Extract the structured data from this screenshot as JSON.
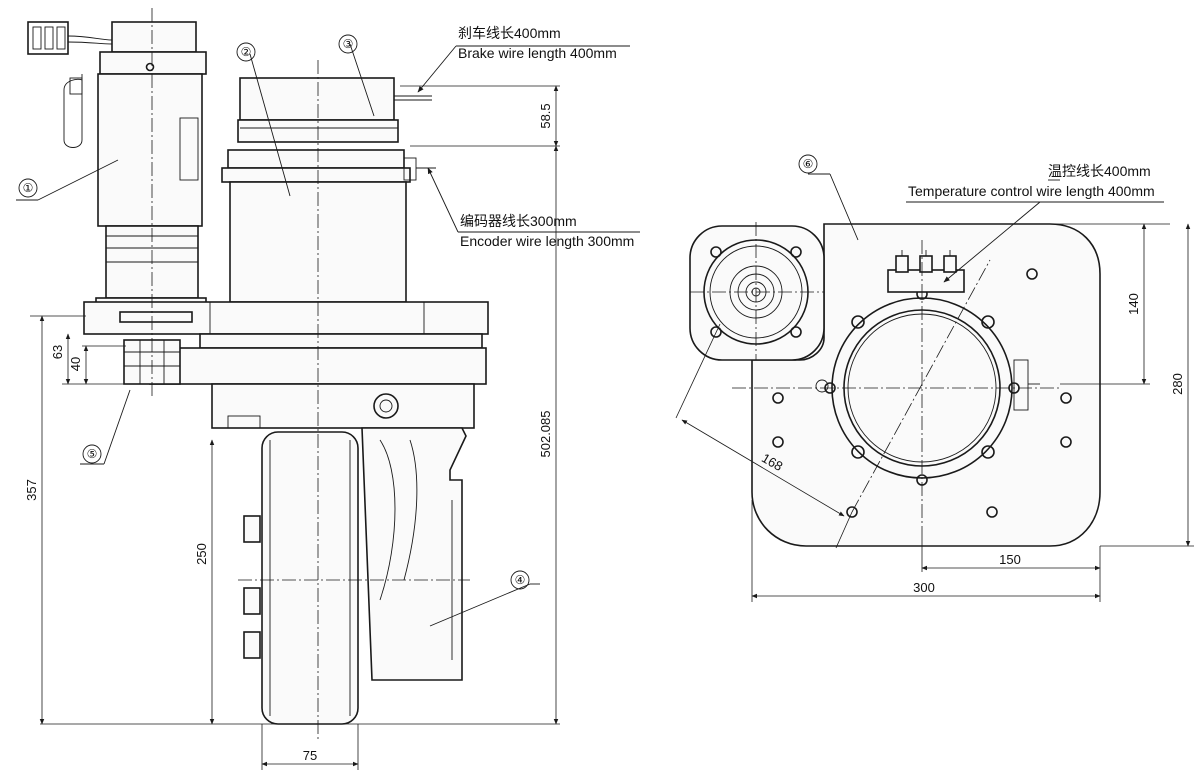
{
  "callouts": {
    "c1": "①",
    "c2": "②",
    "c3": "③",
    "c4": "④",
    "c5": "⑤",
    "c6": "⑥"
  },
  "notes": {
    "brake_cn": "刹车线长400mm",
    "brake_en": "Brake wire length 400mm",
    "encoder_cn": "编码器线长300mm",
    "encoder_en": "Encoder wire length 300mm",
    "temp_cn": "温控线长400mm",
    "temp_en": "Temperature control wire length 400mm"
  },
  "dimensions": {
    "d58_5": "58.5",
    "d502_085": "502.085",
    "d63": "63",
    "d40": "40",
    "d357": "357",
    "d250": "250",
    "d75": "75",
    "d168": "168",
    "d140": "140",
    "d280": "280",
    "d150": "150",
    "d300": "300"
  }
}
